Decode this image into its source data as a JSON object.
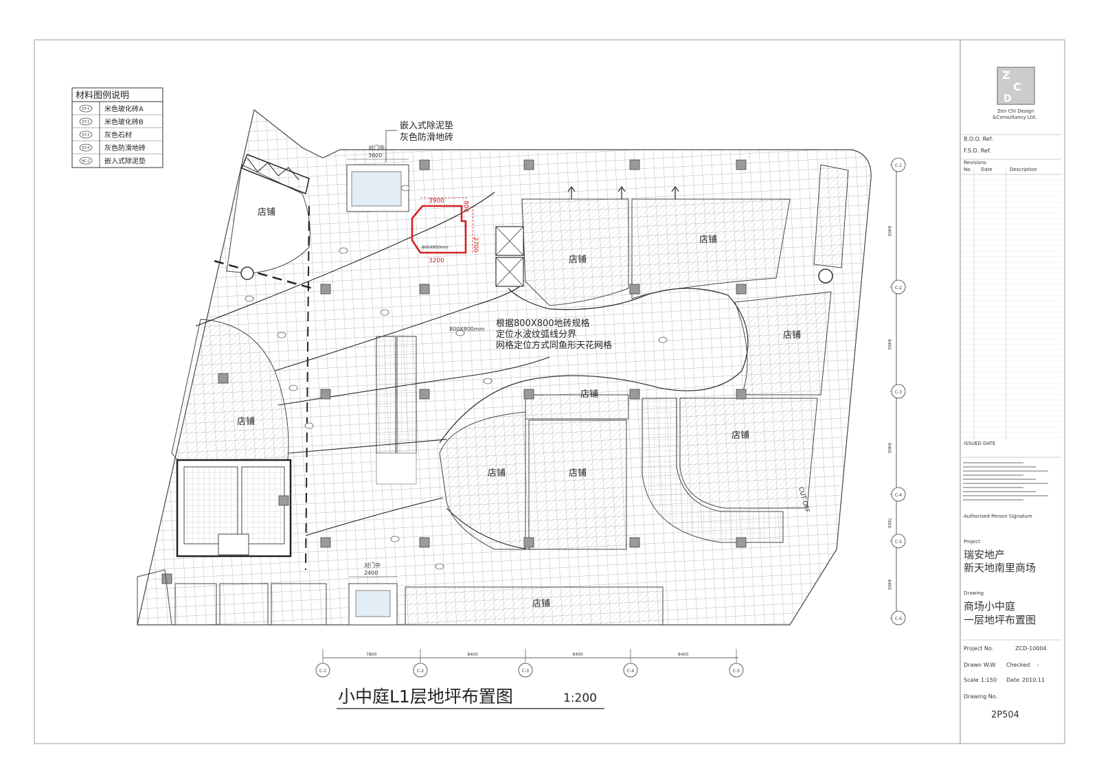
{
  "legend": {
    "title": "材料图例说明",
    "items": [
      {
        "code": "ST-1",
        "label": "米色玻化砖A"
      },
      {
        "code": "ST-2",
        "label": "米色玻化砖B"
      },
      {
        "code": "ST-3",
        "label": "灰色石材"
      },
      {
        "code": "ST-4",
        "label": "灰色防滑地砖"
      },
      {
        "code": "AC-1",
        "label": "嵌入式除泥垫"
      }
    ]
  },
  "callouts": {
    "entrance_note_line1": "嵌入式除泥垫",
    "entrance_note_line2": "灰色防滑地砖",
    "grid_note_line1": "根据800X800地砖规格",
    "grid_note_line2": "定位水波纹弧线分界",
    "grid_note_line3": "网格定位方式同鱼形天花网格",
    "door_label_top": "对门中",
    "door_dim_top": "3600",
    "door_label_bottom": "对门中",
    "door_dim_bottom": "2400",
    "red_dim_top": "3900",
    "red_dim_side": "2700",
    "red_dim_small": "800",
    "red_dim_bottom": "3200",
    "red_tile": "800X800mm",
    "tile_spec": "800X800mm",
    "cutoff": "CUT-OFF"
  },
  "shops": {
    "label": "店铺"
  },
  "dimensions": {
    "bottom": [
      "7800",
      "8400",
      "8400",
      "8400"
    ],
    "right": [
      "8400",
      "8400",
      "8400",
      "7800",
      "8400"
    ]
  },
  "grid_bubbles": [
    "C-1",
    "C-2",
    "C-3",
    "C-4",
    "C-5",
    "C-6"
  ],
  "drawing_title": "小中庭L1层地坪布置图",
  "drawing_scale": "1:200",
  "title_block": {
    "company_line1": "Zen Chi Design",
    "company_line2": "&Consultancy Ltd.",
    "boo_ref": "B.O.O. Ref.",
    "fsd_ref": "F.S.D. Ref.",
    "revisions": "Revisions",
    "rev_no": "No.",
    "rev_date": "Date",
    "rev_desc": "Description",
    "issued_date": "ISSUED DATE",
    "authorised": "Authorised Person Signature",
    "project_label": "Project",
    "project_line1": "瑞安地产",
    "project_line2": "新天地南里商场",
    "drawing_label": "Drawing",
    "drawing_line1": "商场小中庭",
    "drawing_line2": "一层地坪布置图",
    "project_no_label": "Project No.",
    "project_no": "ZCD-10004",
    "drawn_label": "Drawn",
    "drawn": "W.W",
    "checked_label": "Checked",
    "checked": "-",
    "scale_label": "Scale",
    "scale": "1:150",
    "date_label": "Date",
    "date": "2010.11",
    "drawing_no_label": "Drawing No.",
    "drawing_no": "2P504"
  }
}
